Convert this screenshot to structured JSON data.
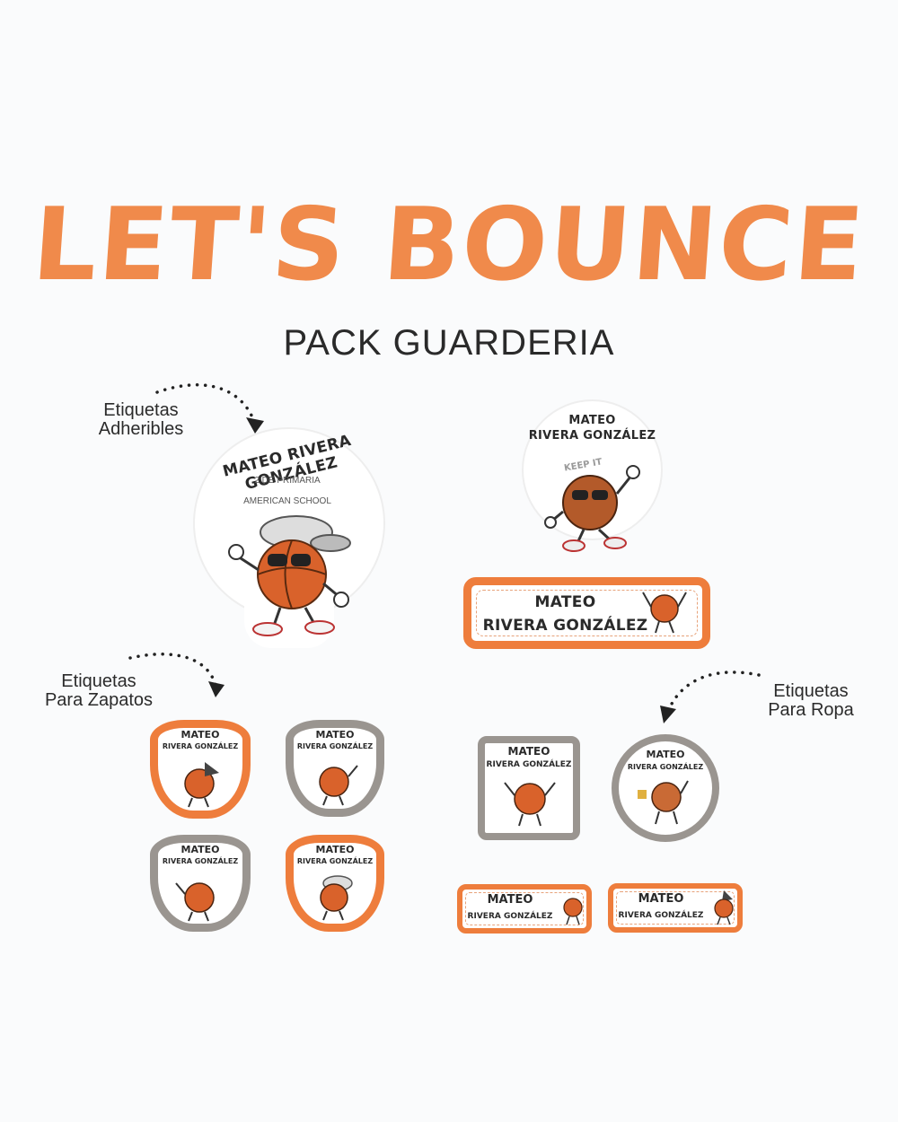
{
  "title": "LET'S BOUNCE",
  "subtitle": "PACK GUARDERIA",
  "captions": {
    "adheribles": [
      "Etiquetas",
      "Adheribles"
    ],
    "zapatos": [
      "Etiquetas",
      "Para Zapatos"
    ],
    "ropa": [
      "Etiquetas",
      "Para Ropa"
    ]
  },
  "big_sticker": {
    "name": "MATEO RIVERA GONZÁLEZ",
    "line2": "2 DE PRIMARIA",
    "line3": "AMERICAN SCHOOL"
  },
  "small_sticker": {
    "first": "MATEO",
    "last": "RIVERA GONZÁLEZ",
    "badge_text": "KEEP IT"
  },
  "wide_label": {
    "first": "MATEO",
    "last": "RIVERA GONZÁLEZ"
  },
  "shoe_labels": [
    {
      "first": "MATEO",
      "last": "RIVERA GONZÁLEZ"
    },
    {
      "first": "MATEO",
      "last": "RIVERA GONZÁLEZ"
    },
    {
      "first": "MATEO",
      "last": "RIVERA GONZÁLEZ"
    },
    {
      "first": "MATEO",
      "last": "RIVERA GONZÁLEZ"
    }
  ],
  "clothes_labels": {
    "square": {
      "first": "MATEO",
      "last": "RIVERA GONZÁLEZ"
    },
    "round": {
      "first": "MATEO",
      "last": "RIVERA GONZÁLEZ"
    },
    "small_left": {
      "first": "MATEO",
      "last": "RIVERA GONZÁLEZ"
    },
    "small_right": {
      "first": "MATEO",
      "last": "RIVERA GONZÁLEZ"
    }
  },
  "colors": {
    "accent": "#ee7d3c",
    "grey": "#9a9590",
    "text": "#2a2a2a"
  }
}
